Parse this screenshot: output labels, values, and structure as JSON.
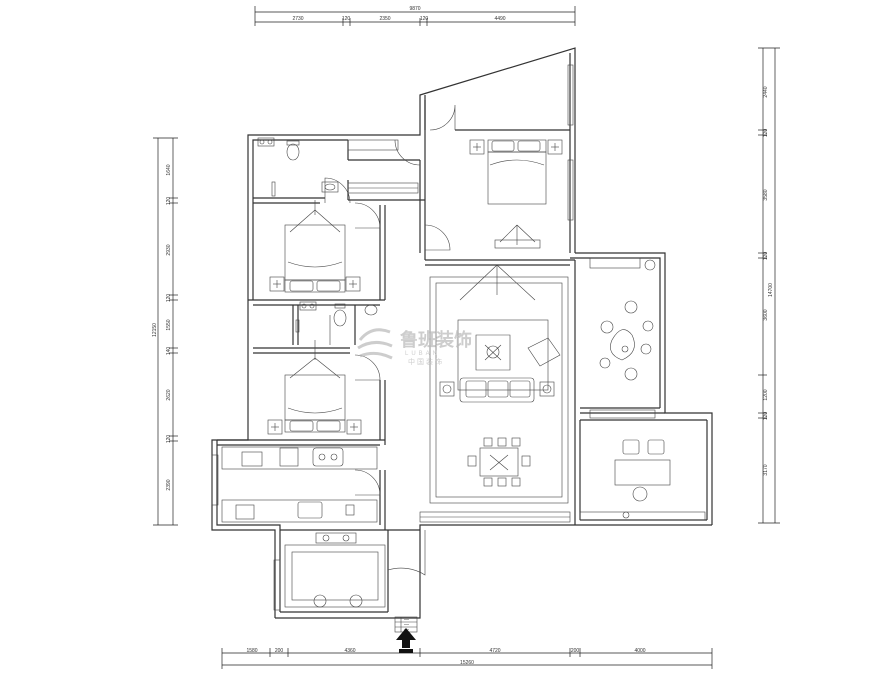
{
  "dimensions": {
    "top_total": "9870",
    "top_segments": [
      "2730",
      "120",
      "2350",
      "120",
      "4490"
    ],
    "bottom_total": "15260",
    "bottom_segments": [
      "1580",
      "200",
      "4360",
      "4720",
      "200",
      "4000"
    ],
    "left_total": "12150",
    "left_segments": [
      "1640",
      "120",
      "2930",
      "120",
      "1550",
      "140",
      "2620",
      "120",
      "2390"
    ],
    "right_total": "14700",
    "right_segments": [
      "2440",
      "120",
      "3580",
      "120",
      "3600",
      "1200",
      "120",
      "3170"
    ]
  },
  "watermark": {
    "brand": "鲁班装饰",
    "latin": "LUBAN",
    "sub": "中国装饰"
  },
  "legend_rows": [
    "—",
    "—",
    "—"
  ],
  "colors": {
    "line": "#333333",
    "watermark": "#b8b8b8",
    "background": "#ffffff"
  },
  "icons": {
    "entrance": "entrance-arrow-icon",
    "logo": "luban-logo-icon"
  }
}
